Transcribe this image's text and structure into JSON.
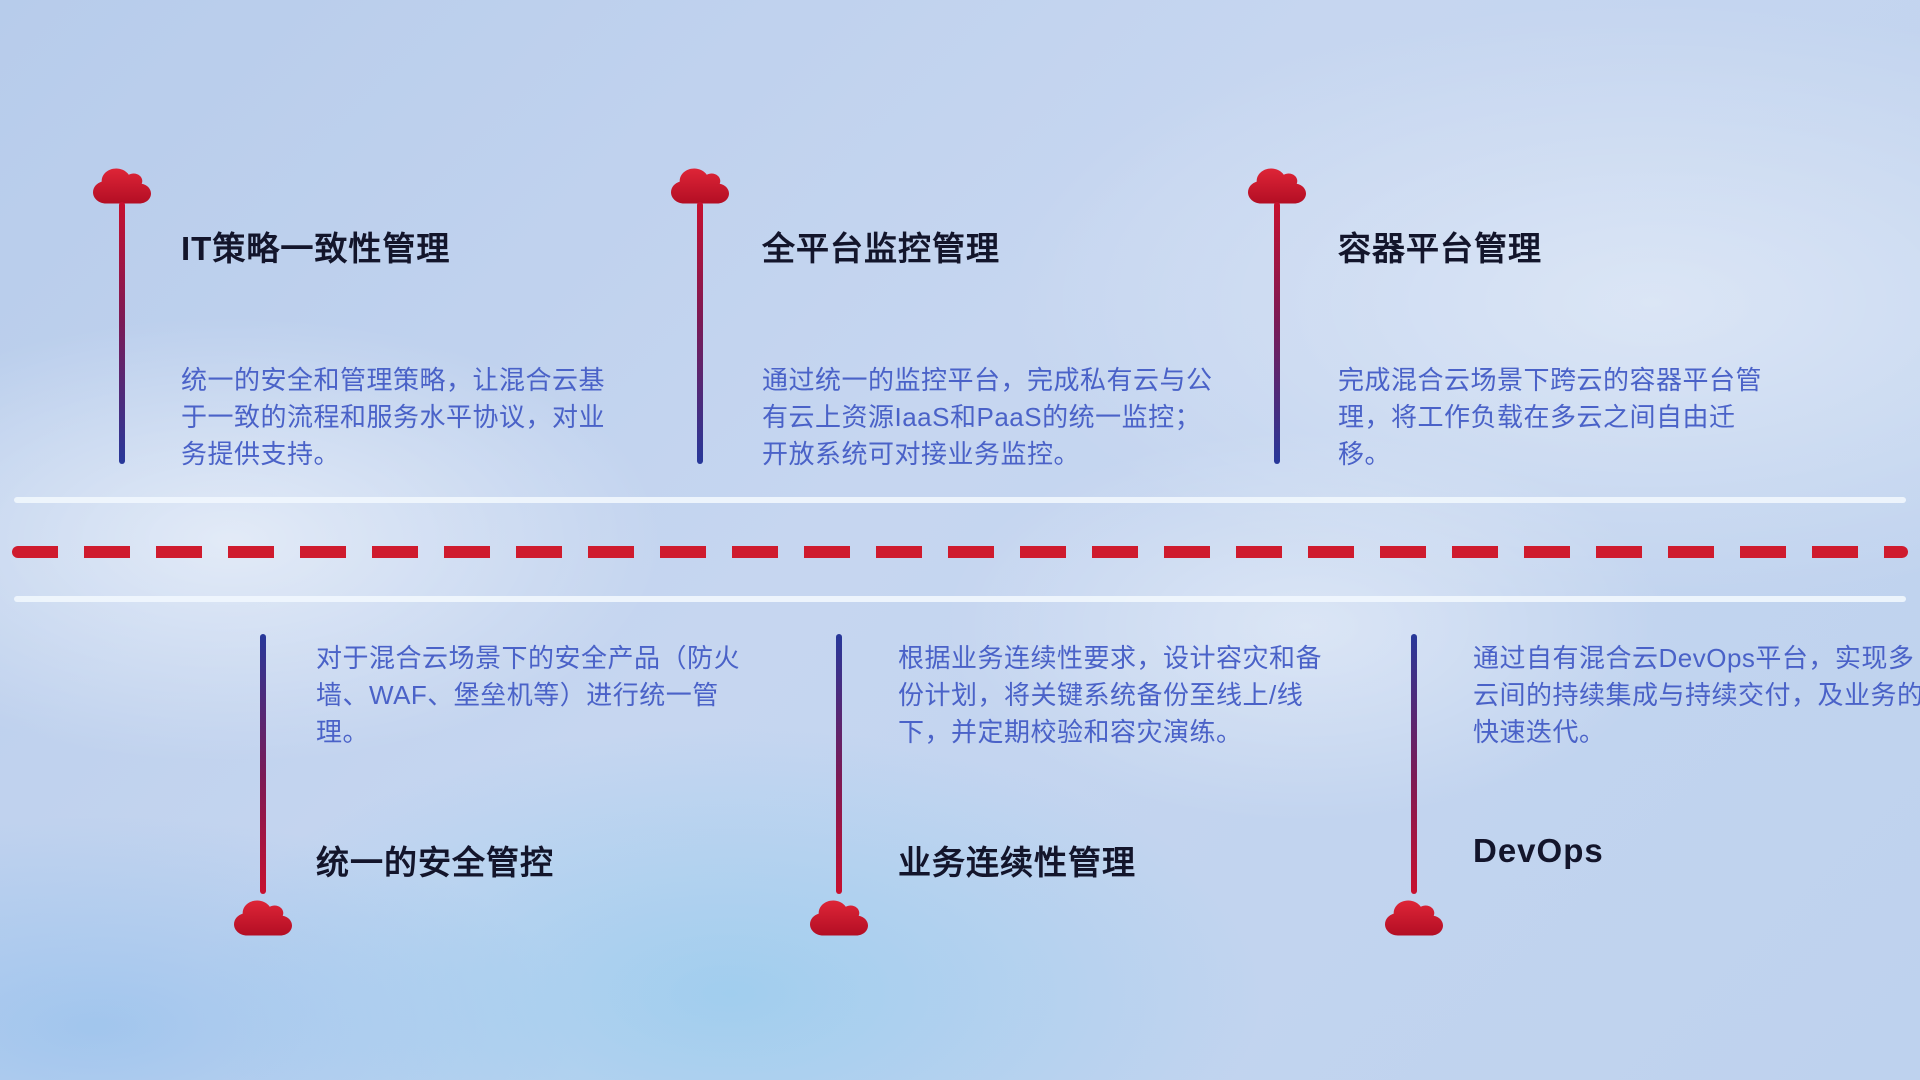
{
  "colors": {
    "cloud_red_top": "#de2537",
    "cloud_red_bottom": "#b30e24",
    "stem_red": "#c8102e",
    "stem_blue": "#27389a",
    "title_text": "#13152b",
    "description_text": "#4a62c8",
    "solid_divider": "#f0f6fd",
    "dashed_divider": "#cf1b2e",
    "background": "#c2d2ec"
  },
  "items": {
    "top": [
      {
        "title": "IT策略一致性管理",
        "description": "统一的安全和管理策略，让混合云基于一致的流程和服务水平协议，对业务提供支持。"
      },
      {
        "title": "全平台监控管理",
        "description": "通过统一的监控平台，完成私有云与公有云上资源IaaS和PaaS的统一监控；开放系统可对接业务监控。"
      },
      {
        "title": "容器平台管理",
        "description": "完成混合云场景下跨云的容器平台管理，将工作负载在多云之间自由迁移。"
      }
    ],
    "bottom": [
      {
        "title": "统一的安全管控",
        "description": "对于混合云场景下的安全产品（防火墙、WAF、堡垒机等）进行统一管理。"
      },
      {
        "title": "业务连续性管理",
        "description": "根据业务连续性要求，设计容灾和备份计划，将关键系统备份至线上/线下，并定期校验和容灾演练。"
      },
      {
        "title": "DevOps",
        "description": "通过自有混合云DevOps平台，实现多云间的持续集成与持续交付，及业务的快速迭代。"
      }
    ]
  }
}
